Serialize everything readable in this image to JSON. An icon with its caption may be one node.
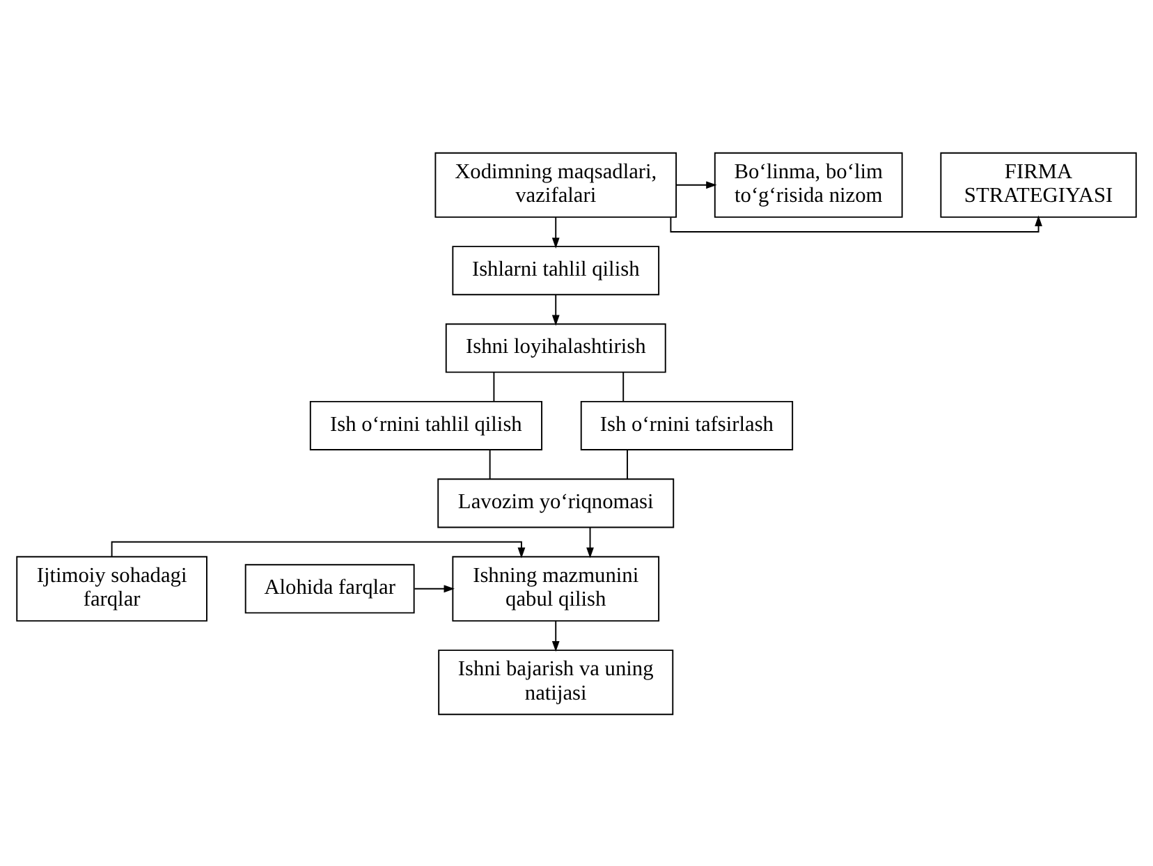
{
  "diagram": {
    "nodes": [
      {
        "text": [
          "FIRMA STRATEGIYASI"
        ]
      },
      {
        "text": [
          "Xodimning maqsadlari, vazifalari"
        ]
      },
      {
        "text": [
          "Bo‘linma, bo‘lim to‘g‘risida nizom"
        ]
      },
      {
        "text": [
          "Ishlarni tahlil qilish"
        ]
      },
      {
        "text": [
          "Ishni loyihalashtirish"
        ]
      },
      {
        "text": [
          "Ish o‘rnini tahlil qilish"
        ]
      },
      {
        "text": [
          "Ish o‘rnini tafsirlash"
        ]
      },
      {
        "text": [
          "Lavozim yo‘riqnomasi"
        ]
      },
      {
        "text": [
          "Ijtimoiy sohadagi farqlar"
        ]
      },
      {
        "text": [
          "Ishning mazmunini qabul qilish"
        ]
      },
      {
        "text": [
          "Alohida farqlar"
        ]
      },
      {
        "text": [
          "Ishni bajarish va uning natijasi"
        ]
      }
    ],
    "edges": [
      {
        "from": 1,
        "to": 0,
        "arrow": "to"
      },
      {
        "from": 1,
        "to": 2,
        "arrow": "to"
      },
      {
        "from": 1,
        "to": 3,
        "arrow": "to"
      },
      {
        "from": 3,
        "to": 4,
        "arrow": "to"
      },
      {
        "from": 4,
        "to": 5,
        "arrow": "none"
      },
      {
        "from": 4,
        "to": 6,
        "arrow": "none"
      },
      {
        "from": 5,
        "to": 7,
        "arrow": "none"
      },
      {
        "from": 6,
        "to": 7,
        "arrow": "none"
      },
      {
        "from": 7,
        "to": 9,
        "arrow": "to"
      },
      {
        "from": 8,
        "to": 9,
        "arrow": "to"
      },
      {
        "from": 10,
        "to": 9,
        "arrow": "to"
      },
      {
        "from": 9,
        "to": 11,
        "arrow": "to"
      }
    ]
  }
}
